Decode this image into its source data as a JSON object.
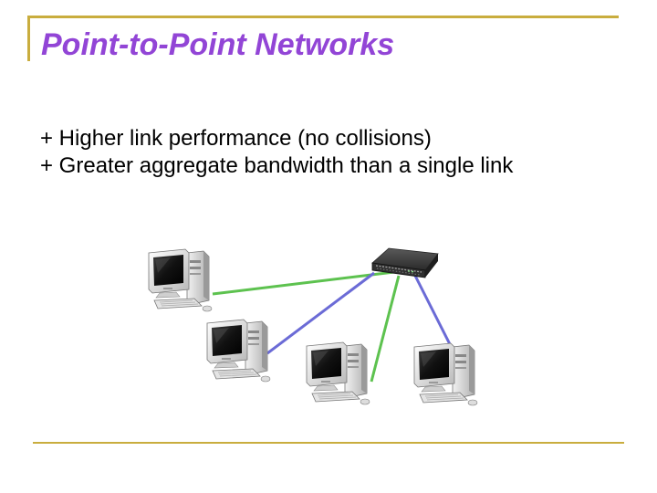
{
  "slide": {
    "title": "Point-to-Point Networks",
    "bullets": [
      "+ Higher link performance (no collisions)",
      "+ Greater aggregate bandwidth than a single link"
    ]
  },
  "diagram": {
    "nodes": [
      {
        "id": "pc1",
        "kind": "computer-icon"
      },
      {
        "id": "pc2",
        "kind": "computer-icon"
      },
      {
        "id": "pc3",
        "kind": "computer-icon"
      },
      {
        "id": "pc4",
        "kind": "computer-icon"
      },
      {
        "id": "switch",
        "kind": "network-switch-icon"
      }
    ],
    "links": [
      {
        "from": "switch",
        "to": "pc1",
        "color": "#5dc24f"
      },
      {
        "from": "switch",
        "to": "pc2",
        "color": "#6b6bd6"
      },
      {
        "from": "switch",
        "to": "pc3",
        "color": "#5dc24f"
      },
      {
        "from": "switch",
        "to": "pc4",
        "color": "#6b6bd6"
      }
    ]
  },
  "colors": {
    "title": "#9245d6",
    "frame": "#c9ad3e",
    "green_link": "#5dc24f",
    "blue_link": "#6b6bd6"
  }
}
